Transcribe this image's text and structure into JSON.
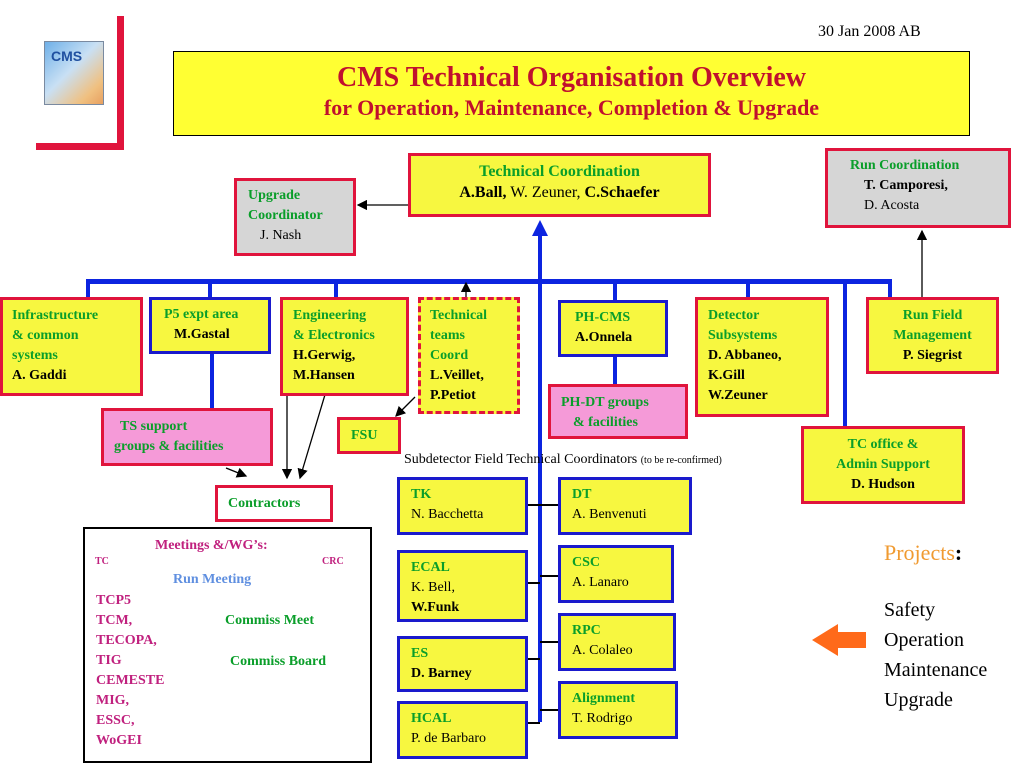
{
  "date": "30 Jan 2008 AB",
  "logo_text": "CMS",
  "title": "CMS Technical Organisation Overview",
  "subtitle": "for Operation, Maintenance, Completion & Upgrade",
  "tech_coord": {
    "title": "Technical Coordination",
    "p1": "A.Ball,",
    "p2": " W. Zeuner, ",
    "p3": "C.Schaefer"
  },
  "upgrade": {
    "line1": "Upgrade",
    "line2": "Coordinator",
    "name": "J. Nash"
  },
  "run_coord": {
    "title": "Run Coordination",
    "name1": "T. Camporesi,",
    "name2": "D. Acosta"
  },
  "infra": {
    "line1": "Infrastructure",
    "line2": "& common",
    "line3": "systems",
    "name": "A. Gaddi"
  },
  "p5": {
    "title": "P5 expt area",
    "name": "M.Gastal"
  },
  "eng": {
    "line1": "Engineering",
    "line2": "& Electronics",
    "name1": "H.Gerwig,",
    "name2": "M.Hansen"
  },
  "tech_teams": {
    "line1": "Technical",
    "line2": "teams",
    "line3": "Coord",
    "name1": "L.Veillet,",
    "name2": "P.Petiot"
  },
  "phcms": {
    "title": "PH-CMS",
    "name": "A.Onnela"
  },
  "detector": {
    "line1": "Detector",
    "line2": "Subsystems",
    "name1": "D. Abbaneo,",
    "name2": "K.Gill",
    "name3": "W.Zeuner"
  },
  "run_field": {
    "line1": "Run Field",
    "line2": "Management",
    "name": "P. Siegrist"
  },
  "ts_support": {
    "line1": "TS support",
    "line2": "groups & facilities"
  },
  "fsu": "FSU",
  "phdt": {
    "line1": "PH-DT groups",
    "line2": "& facilities"
  },
  "tc_office": {
    "line1": "TC office &",
    "line2": "Admin Support",
    "name": "D. Hudson"
  },
  "contractors": "Contractors",
  "subdet_caption": "Subdetector Field Technical Coordinators",
  "subdet_note": "(to be re-confirmed)",
  "subdetectors_left": [
    {
      "name": "TK",
      "person": "N. Bacchetta"
    },
    {
      "name": "ECAL",
      "person": "K. Bell,",
      "person2": "W.Funk"
    },
    {
      "name": "ES",
      "person": "D. Barney"
    },
    {
      "name": "HCAL",
      "person": "P. de Barbaro"
    }
  ],
  "subdetectors_right": [
    {
      "name": "DT",
      "person": "A. Benvenuti"
    },
    {
      "name": "CSC",
      "person": "A. Lanaro"
    },
    {
      "name": "RPC",
      "person": "A. Colaleo"
    },
    {
      "name": "Alignment",
      "person": "T. Rodrigo"
    }
  ],
  "meetings": {
    "title": "Meetings &/WG’s:",
    "tc": "TC",
    "crc": "CRC",
    "run_meeting": "Run Meeting",
    "list": [
      "TCP5",
      "TCM,",
      "TECOPA,",
      "TIG",
      "CEMESTE",
      "MIG,",
      "ESSC,",
      "WoGEI"
    ],
    "commiss_meet": "Commiss Meet",
    "commiss_board": "Commiss Board"
  },
  "projects": {
    "title": "Projects",
    "colon": ":",
    "items": [
      "Safety",
      "Operation",
      "Maintenance",
      "Upgrade"
    ]
  },
  "colors": {
    "red": "#e0143c",
    "blue": "#1a1acc",
    "yellow": "#f7f740",
    "pink": "#f59ad8",
    "green": "#0a9e2a",
    "orange": "#ff6a1a",
    "connector": "#0c24e0"
  }
}
